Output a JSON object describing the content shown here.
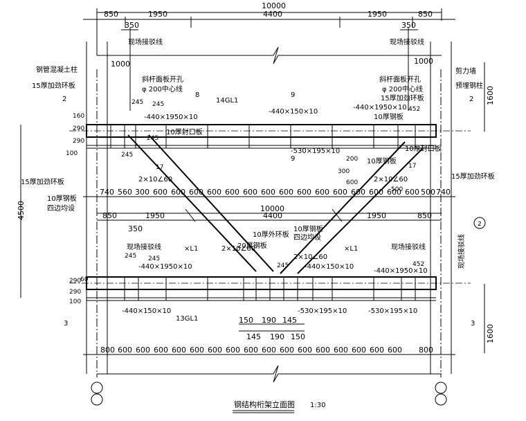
{
  "top_dims": {
    "total": "10000",
    "segments": [
      "850",
      "1950",
      "4400",
      "1950",
      "850"
    ],
    "sub_left": "350",
    "sub_right": "350",
    "site_line_left": "现场接驳线",
    "site_line_right": "现场接驳线"
  },
  "upper_truss": {
    "left_labels": [
      "钢管混凝土柱",
      "15厚加劲环板"
    ],
    "right_labels": [
      "剪力墙",
      "预埋钢柱"
    ],
    "hole_left": [
      "斜杆面板开孔",
      "φ 200中心线",
      "15厚加劲环板"
    ],
    "hole_right": [
      "斜杆面板开孔",
      "φ 200中心线",
      "15厚加劲环板"
    ],
    "dim_1000_left": "1000",
    "dim_1000_right": "1000",
    "member_top": [
      "-440×1950×10",
      "-440×150×10",
      "-440×1950×10"
    ],
    "member_gl": "14GL1",
    "plate_sealed": "10厚封口板",
    "plate_10": "10厚钢板",
    "member_bottom": "-530×195×10",
    "section_marks": [
      "8",
      "9",
      "9",
      "2",
      "2"
    ],
    "weld_labels": [
      "245",
      "245",
      "245",
      "245",
      "452",
      "17",
      "17"
    ],
    "left_dims_vert": [
      "160",
      "290",
      "290",
      "100"
    ],
    "misc_left": [
      "15厚加劲环板",
      "10厚钢板",
      "四边均设",
      "2×10∠60"
    ],
    "misc_right": [
      "10厚封口板",
      "10厚钢板",
      "15厚加劲环板",
      "2×10∠60",
      "500",
      "600",
      "300",
      "200"
    ],
    "bottom_spacing": [
      "740",
      "560",
      "300",
      "600",
      "600",
      "600",
      "600",
      "600",
      "600",
      "600",
      "600",
      "600",
      "600",
      "600",
      "600",
      "600",
      "600",
      "600",
      "500",
      "740"
    ]
  },
  "middle_dims": {
    "total": "10000",
    "segments": [
      "850",
      "1950",
      "4400",
      "1950",
      "850"
    ],
    "sub_left": "350",
    "site_line_left": "现场接驳线",
    "site_line_right": "现场接驳线",
    "site_line_vertical": "现场接驳线",
    "axis_bubble": "2"
  },
  "lower_truss": {
    "diag_labels": [
      "×L1",
      "×L1"
    ],
    "center_labels": [
      "10厚外环板",
      "20厚钢板",
      "10厚钢板",
      "四边均设",
      "2×10∠60",
      "2×10∠60"
    ],
    "member_top": [
      "-440×1950×10",
      "-440×150×10",
      "-440×1950×10"
    ],
    "member_bottom": [
      "-440×150×10",
      "-530×195×10",
      "-530×195×10"
    ],
    "member_gl": "13GL1",
    "weld_labels": [
      "245",
      "245",
      "245",
      "452"
    ],
    "left_dims_vert": [
      "290",
      "290",
      "100",
      "60"
    ],
    "center_dims": [
      "150",
      "190",
      "145",
      "145",
      "190",
      "150"
    ],
    "bottom_spacing": [
      "800",
      "600",
      "600",
      "600",
      "600",
      "600",
      "600",
      "600",
      "600",
      "600",
      "600",
      "600",
      "600",
      "600",
      "600",
      "600",
      "600",
      "800"
    ]
  },
  "side_dims": {
    "left_total": "4500",
    "right_upper": "1600",
    "right_lower": "1600",
    "section_3": "3"
  },
  "title": {
    "text": "钢结构桁架立面图",
    "scale": "1:30"
  }
}
